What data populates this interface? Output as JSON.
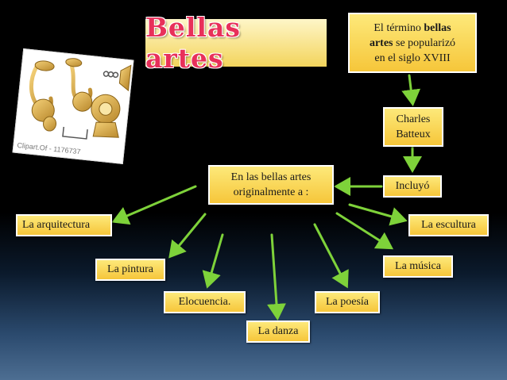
{
  "title": "Bellas artes",
  "intro": {
    "line1_pre": "El término ",
    "line1_bold": "bellas",
    "line2_bold": "artes",
    "line2_post": " se popularizó",
    "line3": "en el siglo XVIII"
  },
  "batteux": {
    "line1": "Charles",
    "line2": "Batteux"
  },
  "incluyo": "Incluyó",
  "center": {
    "line1": "En las bellas artes",
    "line2": "originalmente a :"
  },
  "arts": {
    "arquitectura": "La arquitectura",
    "escultura": "La escultura",
    "pintura": "La pintura",
    "musica": "La música",
    "elocuencia": "Elocuencia.",
    "poesia": "La poesía",
    "danza": "La danza"
  },
  "clipart_caption": "Clipart.Of - 1176737",
  "colors": {
    "box_top": "#fde97a",
    "box_bottom": "#f6c63a",
    "title": "#e8305a",
    "arrow": "#7ed23a"
  }
}
